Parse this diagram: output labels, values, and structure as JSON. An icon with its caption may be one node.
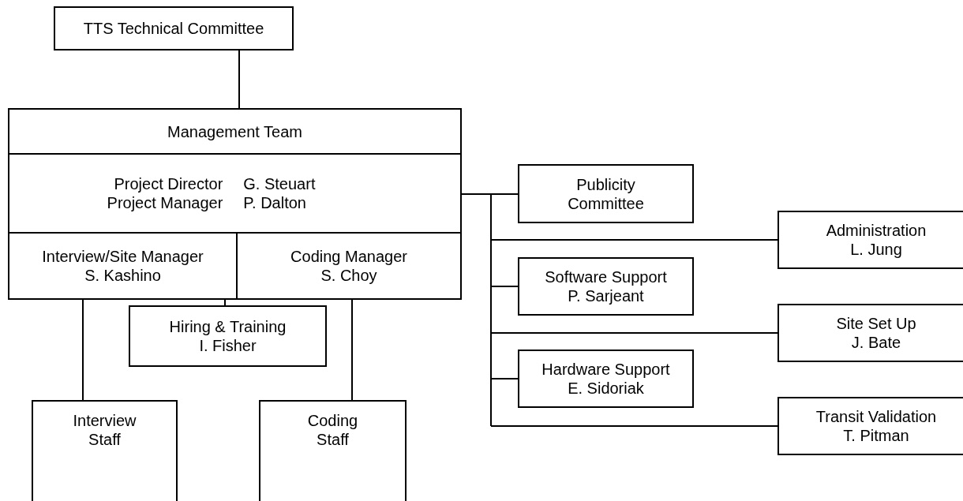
{
  "diagram": {
    "nodes": [
      {
        "text": [
          "TTS Technical Committee"
        ]
      },
      {
        "text": [
          "Management Team",
          "Project Director",
          "G. Steuart",
          "Project Manager",
          "P. Dalton"
        ]
      },
      {
        "text": [
          "Interview/Site Manager",
          "S. Kashino"
        ],
        "in": 1
      },
      {
        "text": [
          "Coding Manager",
          "S. Choy"
        ],
        "in": 1
      },
      {
        "text": [
          "Hiring & Training",
          "I. Fisher"
        ]
      },
      {
        "text": [
          "Interview Staff"
        ]
      },
      {
        "text": [
          "Coding Staff"
        ]
      },
      {
        "text": [
          "Publicity Committee"
        ]
      },
      {
        "text": [
          "Administration",
          "L. Jung"
        ]
      },
      {
        "text": [
          "Software Support",
          "P. Sarjeant"
        ]
      },
      {
        "text": [
          "Site Set Up",
          "J. Bate"
        ]
      },
      {
        "text": [
          "Hardware Support",
          "E. Sidoriak"
        ]
      },
      {
        "text": [
          "Transit Validation",
          "T. Pitman"
        ]
      }
    ],
    "edges": [
      {
        "from": 0,
        "to": 1,
        "arrow": "none"
      },
      {
        "from": 1,
        "to": 4,
        "arrow": "none"
      },
      {
        "from": 2,
        "to": 5,
        "arrow": "none"
      },
      {
        "from": 3,
        "to": 6,
        "arrow": "none"
      },
      {
        "from": 1,
        "to": 7,
        "arrow": "none"
      },
      {
        "from": 1,
        "to": 8,
        "arrow": "none"
      },
      {
        "from": 1,
        "to": 9,
        "arrow": "none"
      },
      {
        "from": 1,
        "to": 10,
        "arrow": "none"
      },
      {
        "from": 1,
        "to": 11,
        "arrow": "none"
      },
      {
        "from": 1,
        "to": 12,
        "arrow": "none"
      }
    ]
  }
}
